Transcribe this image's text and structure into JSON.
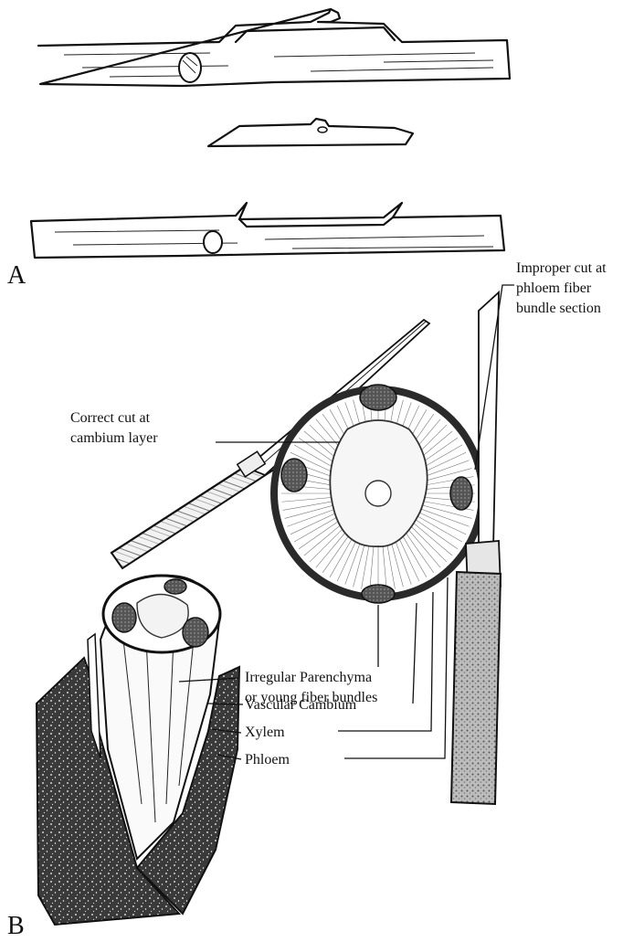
{
  "panels": {
    "a": "A",
    "b": "B"
  },
  "labels": {
    "correct_cut": [
      "Correct cut at",
      "cambium layer"
    ],
    "improper_cut": [
      "Improper cut at",
      "phloem fiber",
      "bundle section"
    ],
    "irregular_parenchyma": [
      "Irregular Parenchyma",
      "or young fiber bundles"
    ],
    "vascular_cambium": "Vascular Cambium",
    "xylem": "Xylem",
    "phloem": "Phloem"
  }
}
